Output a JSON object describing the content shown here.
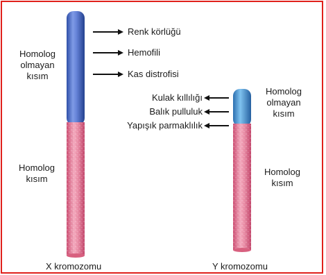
{
  "colors": {
    "frame": "#e0201b",
    "non_homologous": "#5577d0",
    "homologous": "#e88aa4",
    "arrow": "#111111"
  },
  "x_chromosome": {
    "name": "X kromozomu",
    "non_homologous_label": [
      "Homolog",
      "olmayan",
      "kısım"
    ],
    "homologous_label": [
      "Homolog",
      "kısım"
    ],
    "genes": [
      "Renk körlüğü",
      "Hemofili",
      "Kas distrofisi"
    ]
  },
  "y_chromosome": {
    "name": "Y kromozomu",
    "non_homologous_label": [
      "Homolog",
      "olmayan",
      "kısım"
    ],
    "homologous_label": [
      "Homolog",
      "kısım"
    ],
    "genes": [
      "Kulak kıllılığı",
      "Balık pulluluk",
      "Yapışık parmaklılık"
    ]
  }
}
